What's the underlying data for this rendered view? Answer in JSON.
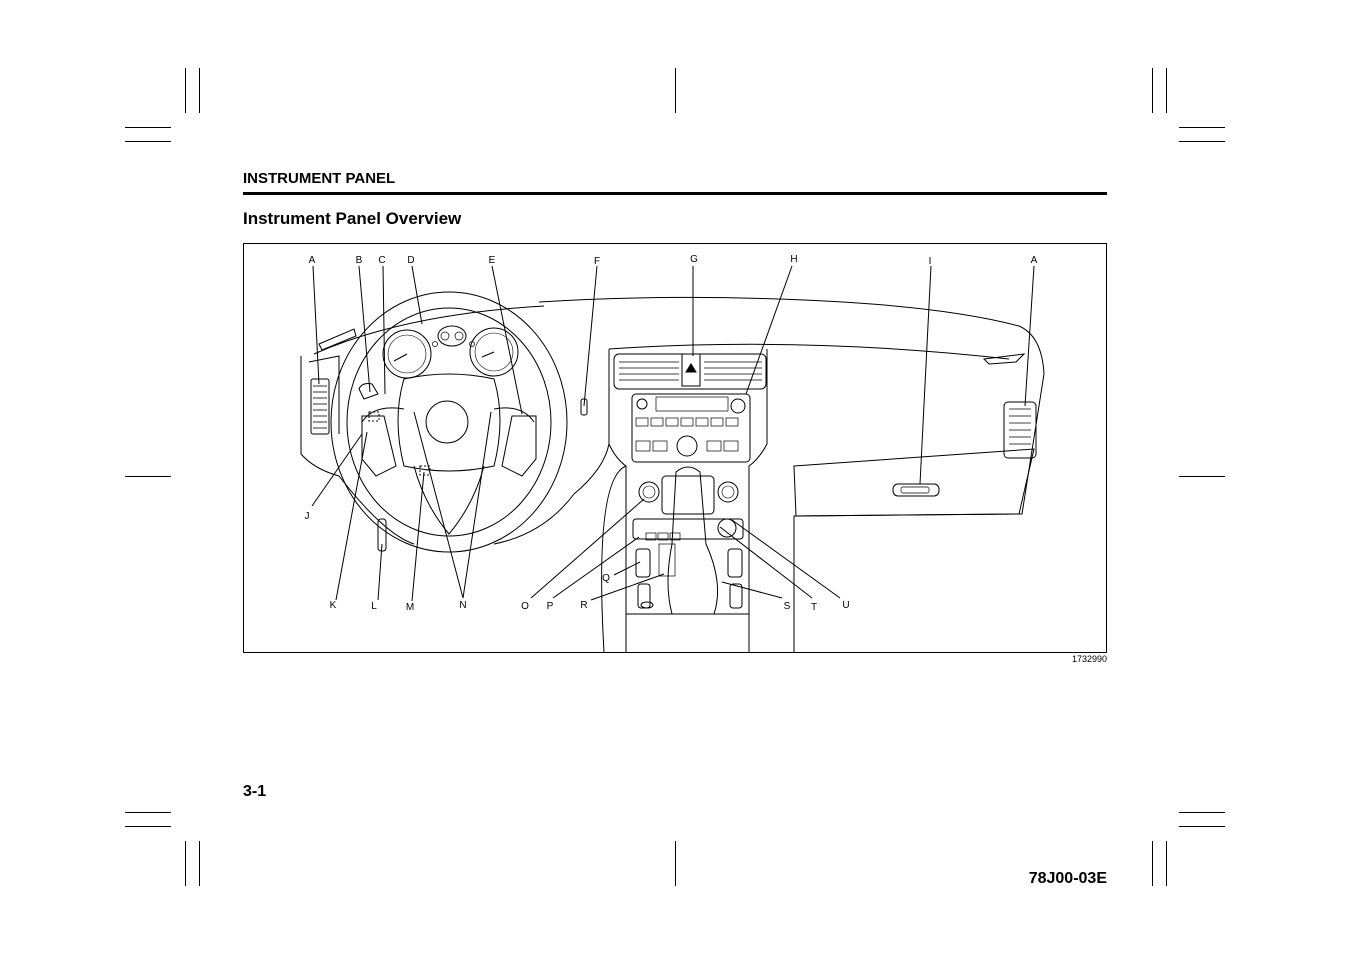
{
  "header": {
    "section_title": "INSTRUMENT PANEL",
    "page_heading": "Instrument Panel Overview"
  },
  "figure": {
    "figure_number": "1732990",
    "callout_letters": {
      "A": "A",
      "B": "B",
      "C": "C",
      "D": "D",
      "E": "E",
      "F": "F",
      "G": "G",
      "H": "H",
      "I": "I",
      "J": "J",
      "K": "K",
      "L": "L",
      "M": "M",
      "N": "N",
      "O": "O",
      "P": "P",
      "Q": "Q",
      "R": "R",
      "S": "S",
      "T": "T",
      "U": "U"
    }
  },
  "footer": {
    "page_number": "3-1",
    "doc_code": "78J00-03E"
  }
}
